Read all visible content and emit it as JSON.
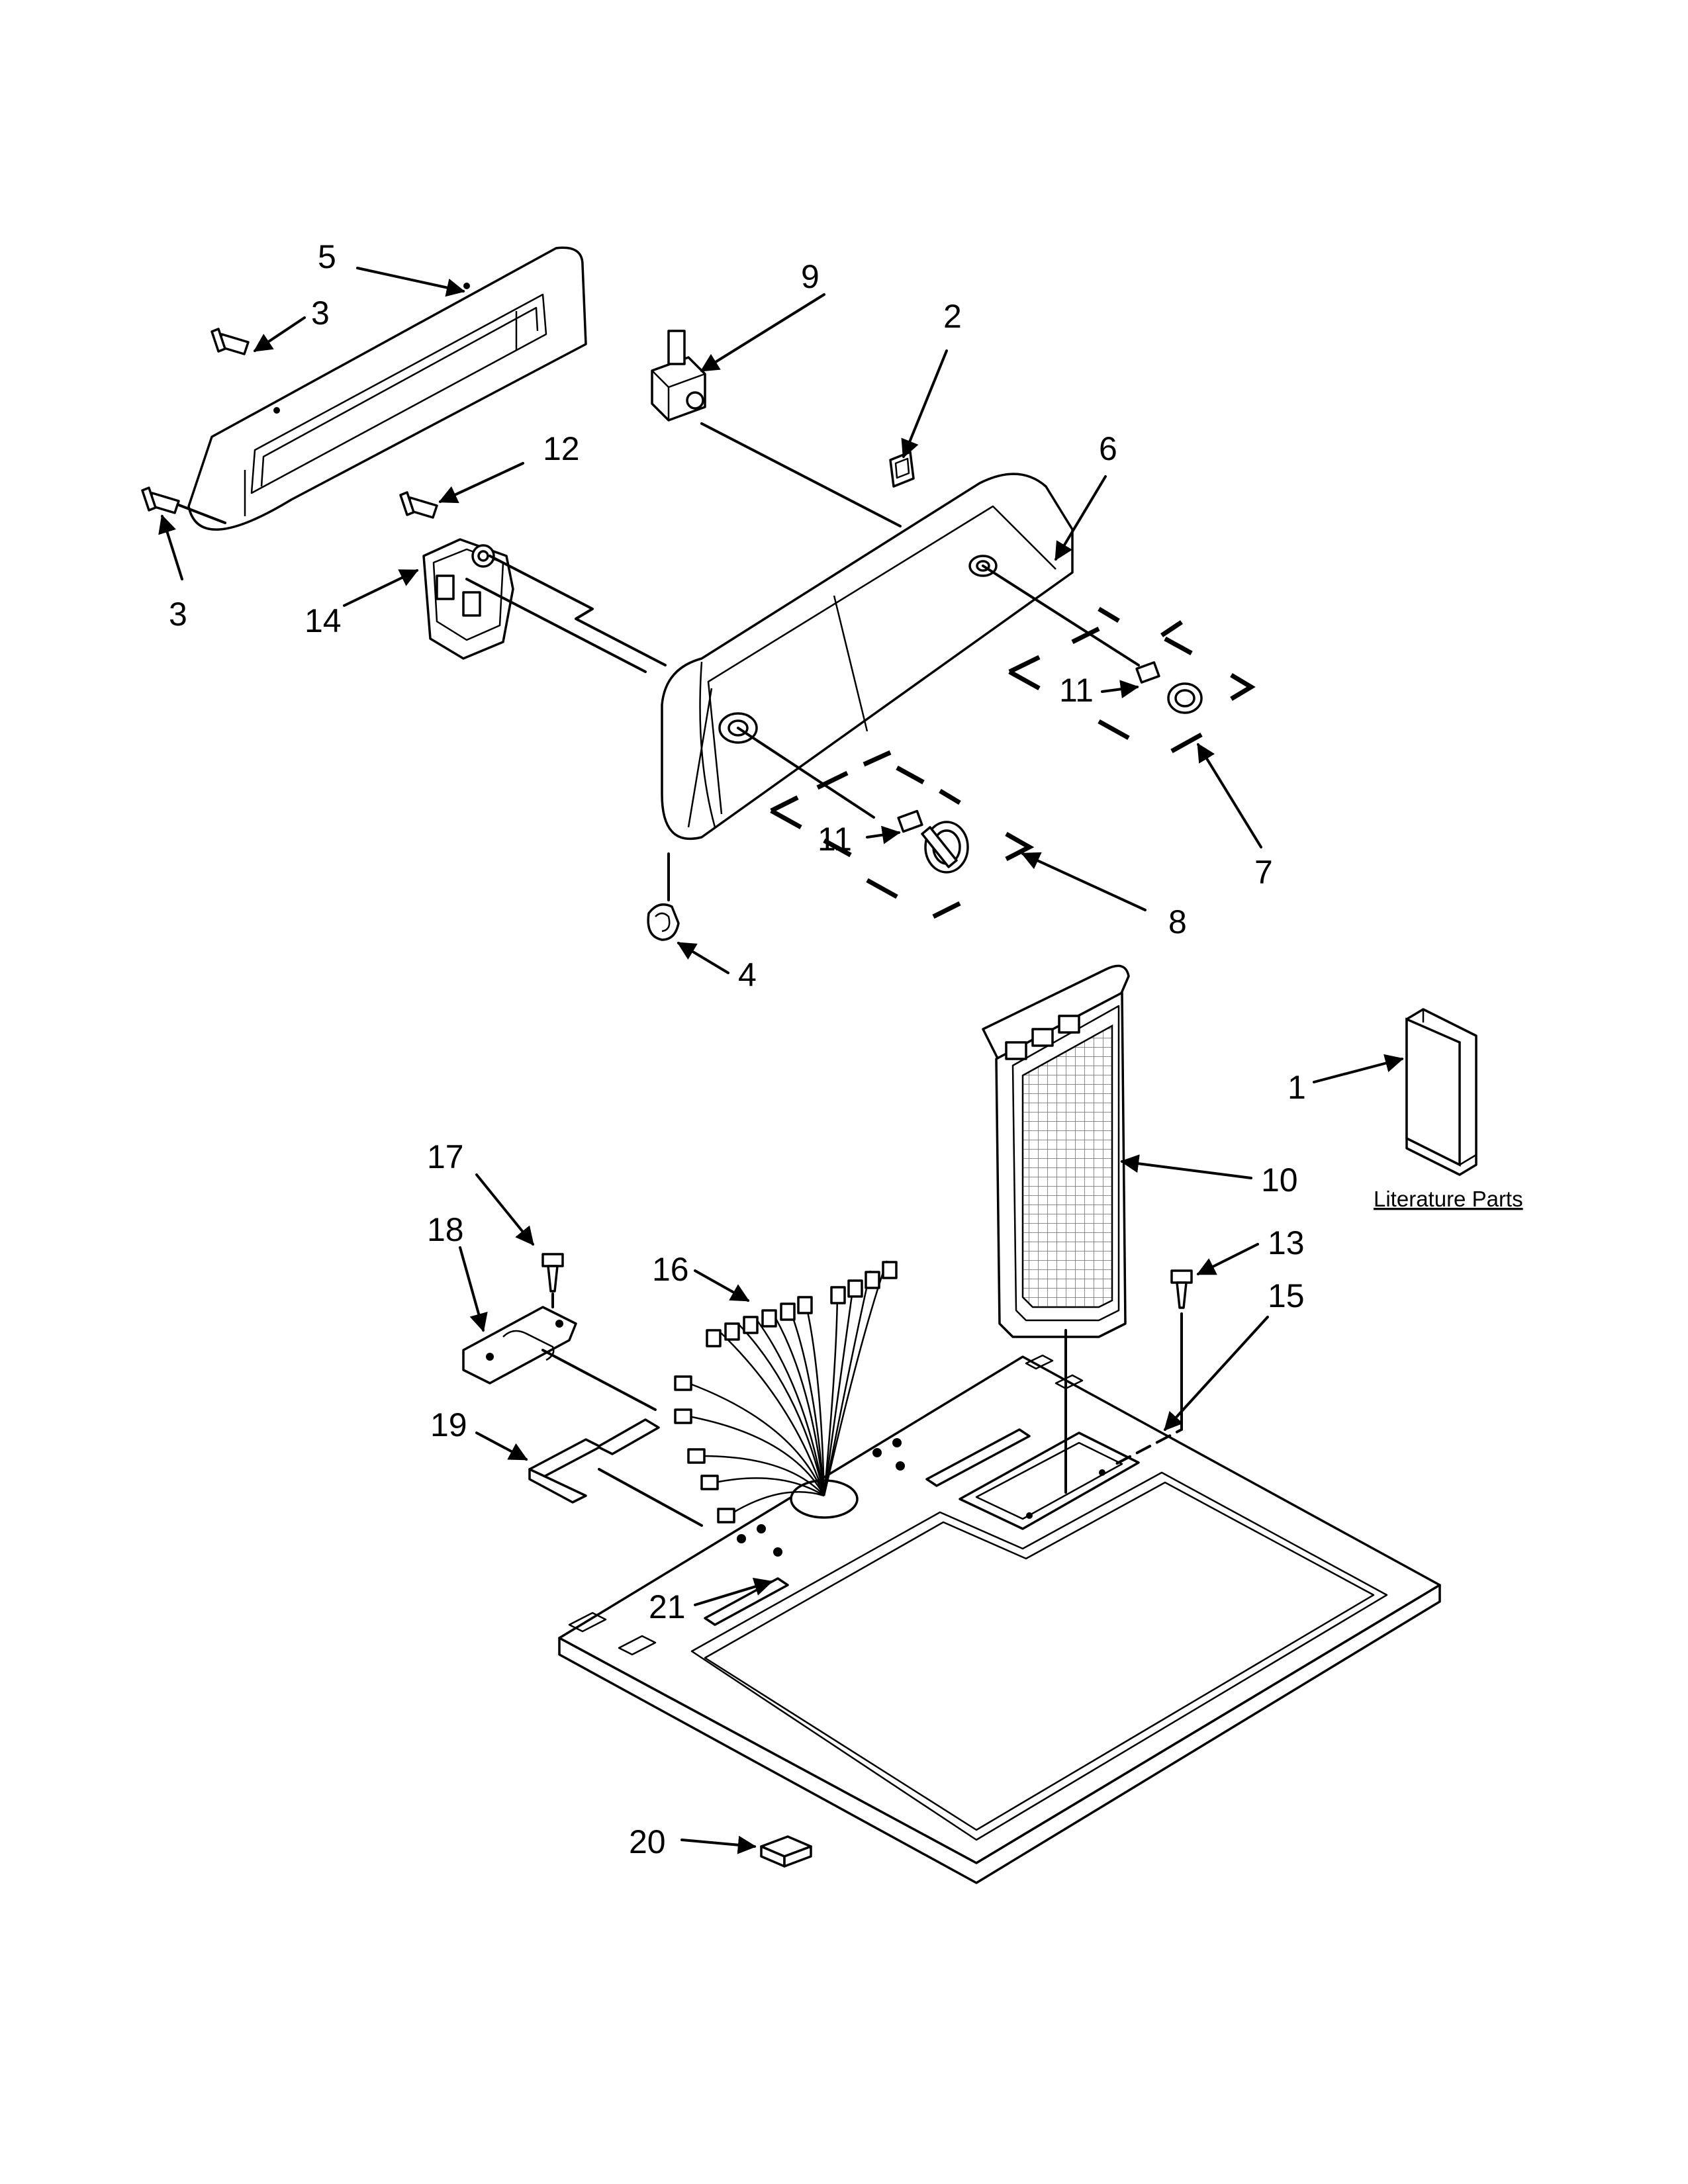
{
  "callouts": {
    "c1": "1",
    "c2": "2",
    "c3a": "3",
    "c3b": "3",
    "c4": "4",
    "c5": "5",
    "c6": "6",
    "c7": "7",
    "c8": "8",
    "c9": "9",
    "c10": "10",
    "c11a": "11",
    "c11b": "11",
    "c12": "12",
    "c13": "13",
    "c14": "14",
    "c15": "15",
    "c16": "16",
    "c17": "17",
    "c18": "18",
    "c19": "19",
    "c20": "20",
    "c21": "21"
  },
  "literature_label": "Literature Parts"
}
